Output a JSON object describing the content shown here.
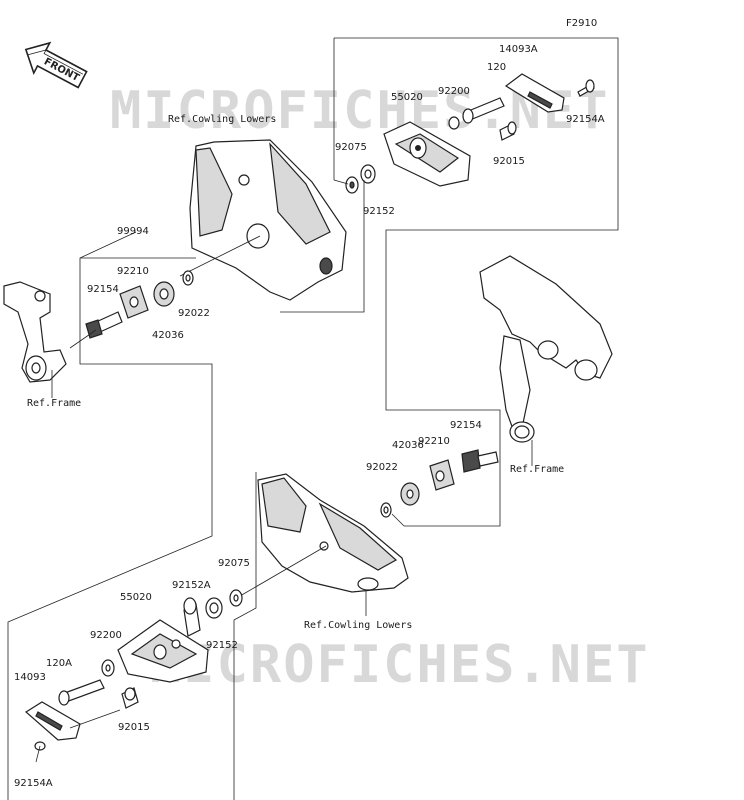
{
  "figure_id": "F2910",
  "front_label": "FRONT",
  "watermark": "MICROFICHES.NET",
  "refs": {
    "cowling_top": "Ref.Cowling Lowers",
    "cowling_bottom": "Ref.Cowling Lowers",
    "frame_left": "Ref.Frame",
    "frame_right": "Ref.Frame"
  },
  "parts": {
    "p14093A": "14093A",
    "p120": "120",
    "p92200_top": "92200",
    "p55020_top": "55020",
    "p92154A_top": "92154A",
    "p92075_top": "92075",
    "p92015_top": "92015",
    "p92152_top": "92152",
    "p99994": "99994",
    "p92210_top": "92210",
    "p92154_top": "92154",
    "p92022_top": "92022",
    "p42036_top": "42036",
    "p92154_right": "92154",
    "p42036_right": "42036",
    "p92210_right": "92210",
    "p92022_right": "92022",
    "p92075_bottom": "92075",
    "p92152A": "92152A",
    "p55020_bottom": "55020",
    "p92200_bottom": "92200",
    "p92152_bottom": "92152",
    "p120A": "120A",
    "p14093": "14093",
    "p92015_bottom": "92015",
    "p92154A_bottom": "92154A"
  }
}
